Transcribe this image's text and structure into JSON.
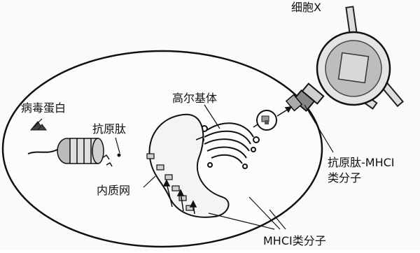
{
  "labels": {
    "cell_x": "细胞X",
    "viral_protein": "病毒蛋白",
    "antigen_peptide": "抗原肽",
    "golgi": "高尔基体",
    "er": "内质网",
    "mhc_complex_line1": "抗原肽-MHCI",
    "mhc_complex_line2": "类分子",
    "mhc_molecule": "MHCI类分子"
  }
}
